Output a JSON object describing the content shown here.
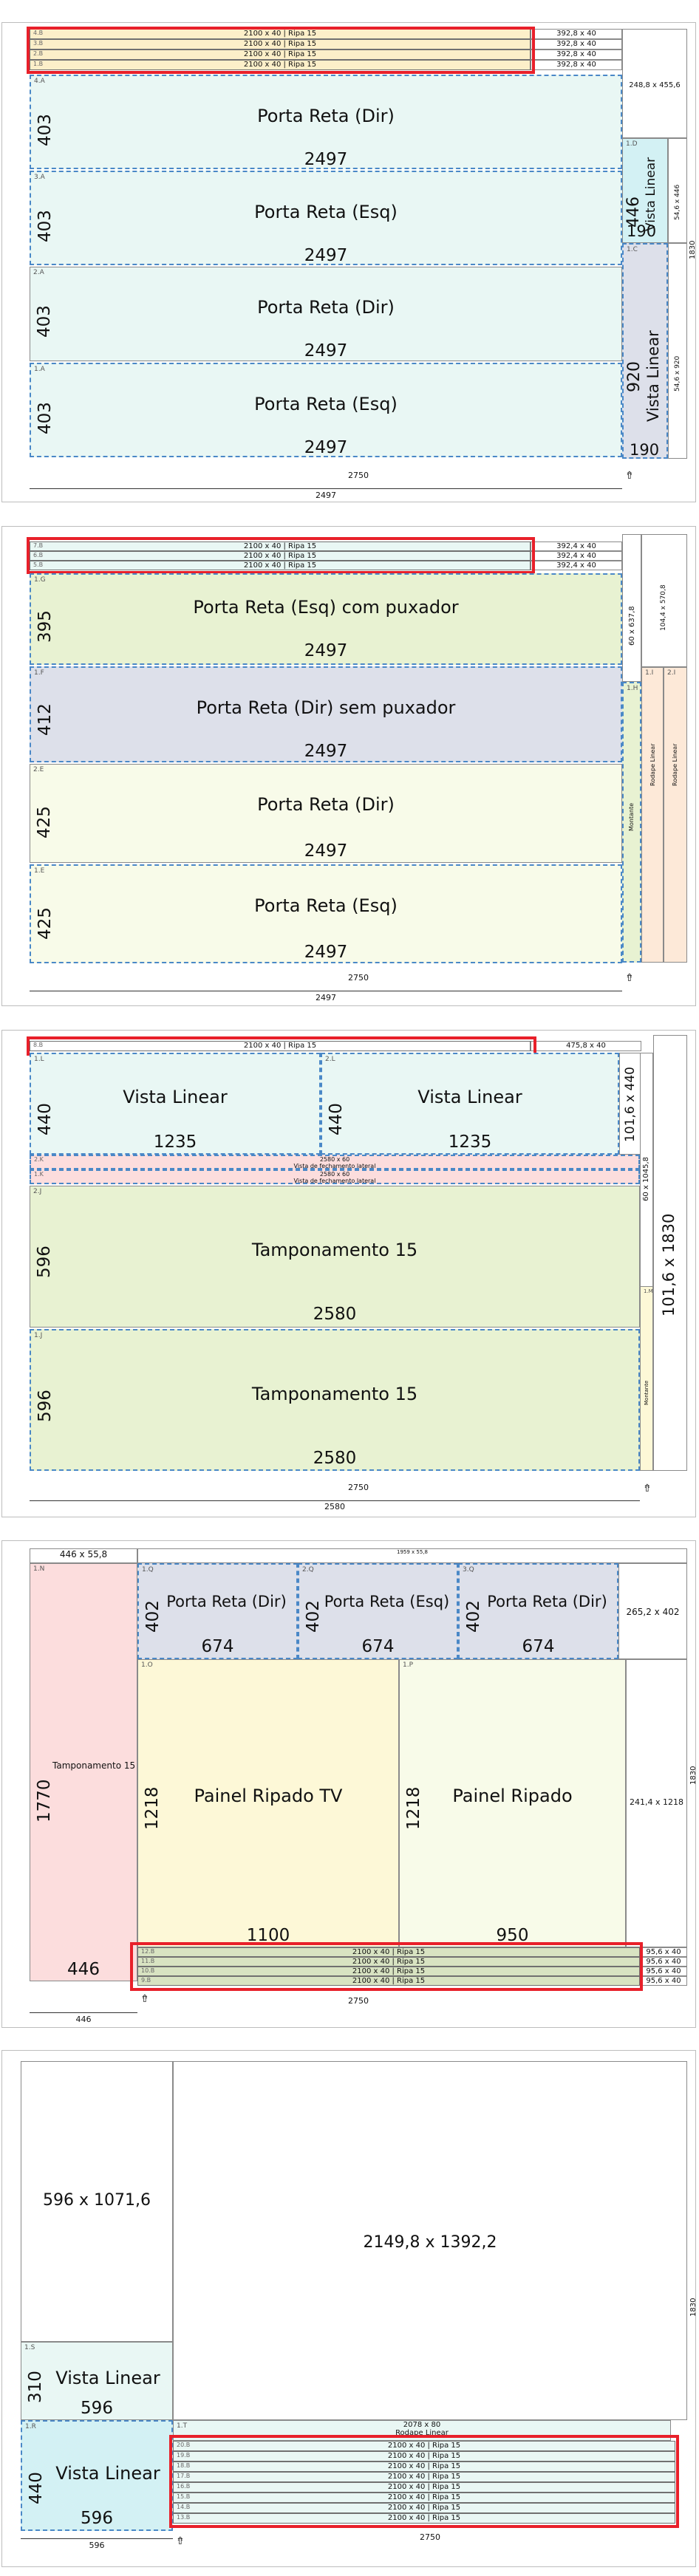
{
  "colors": {
    "cream": "#fcefc9",
    "mint": "#e9f7f4",
    "lime": "#e8f2d2",
    "lavender": "#dde0ea",
    "ivory": "#f8fbe9",
    "pink": "#fcdddd",
    "yellow": "#fdf8d7",
    "cyan": "#d3f1f4",
    "peach": "#fde9d8",
    "sage": "#d8e3c2",
    "accent_red": "#e8202a",
    "edge_blue": "#4a88c7"
  },
  "icons": {
    "chevron": "double-chevron-up-icon"
  },
  "sheet1": {
    "strips": [
      {
        "id": "4.B",
        "label": "2100 x 40 | Ripa 15",
        "size": "392,8 x 40"
      },
      {
        "id": "3.B",
        "label": "2100 x 40 | Ripa 15",
        "size": "392,8 x 40"
      },
      {
        "id": "2.B",
        "label": "2100 x 40 | Ripa 15",
        "size": "392,8 x 40"
      },
      {
        "id": "1.B",
        "label": "2100 x 40 | Ripa 15",
        "size": "392,8 x 40"
      }
    ],
    "pieces": [
      {
        "id": "4.A",
        "name": "Porta Reta (Dir)",
        "w": "2497",
        "h": "403"
      },
      {
        "id": "3.A",
        "name": "Porta Reta (Esq)",
        "w": "2497",
        "h": "403"
      },
      {
        "id": "2.A",
        "name": "Porta Reta (Dir)",
        "w": "2497",
        "h": "403"
      },
      {
        "id": "1.A",
        "name": "Porta Reta (Esq)",
        "w": "2497",
        "h": "403"
      }
    ],
    "offcut_top": "248,8 x 455,6",
    "side1": {
      "id": "1.D",
      "h": "446",
      "name": "Vista Linear",
      "w": "190",
      "size": "54,6 x 446"
    },
    "side2": {
      "id": "1.C",
      "h": "920",
      "name": "Vista Linear",
      "w": "190",
      "size": "54,6 x 920"
    },
    "sheet_height": "1830",
    "sheet_width": "2750",
    "used_width": "2497"
  },
  "sheet2": {
    "strips": [
      {
        "id": "7.B",
        "label": "2100 x 40 | Ripa 15",
        "size": "392,4 x 40"
      },
      {
        "id": "6.B",
        "label": "2100 x 40 | Ripa 15",
        "size": "392,4 x 40"
      },
      {
        "id": "5.B",
        "label": "2100 x 40 | Ripa 15",
        "size": "392,4 x 40"
      }
    ],
    "pieces": [
      {
        "id": "1.G",
        "name": "Porta Reta (Esq) com puxador",
        "w": "2497",
        "h": "395"
      },
      {
        "id": "1.F",
        "name": "Porta Reta (Dir) sem puxador",
        "w": "2497",
        "h": "412"
      },
      {
        "id": "2.E",
        "name": "Porta Reta (Dir)",
        "w": "2497",
        "h": "425"
      },
      {
        "id": "1.E",
        "name": "Porta Reta (Esq)",
        "w": "2497",
        "h": "425"
      }
    ],
    "offcut_a": "60 x 637,8",
    "offcut_b": "104,4 x 570,8",
    "narrow1": {
      "id": "1.H",
      "label": "Montante"
    },
    "narrow2": {
      "id": "1.I",
      "label": "Rodape Linear"
    },
    "narrow3": {
      "id": "2.I",
      "label": "Rodape Linear"
    },
    "sheet_width": "2750",
    "used_width": "2497"
  },
  "sheet3": {
    "strips": [
      {
        "id": "8.B",
        "label": "2100 x 40 | Ripa 15",
        "size": "475,8 x 40"
      }
    ],
    "vista1": {
      "id": "1.L",
      "name": "Vista Linear",
      "w": "1235",
      "h": "440"
    },
    "vista2": {
      "id": "2.L",
      "name": "Vista Linear",
      "w": "1235",
      "h": "440"
    },
    "thin_strips": [
      {
        "id": "2.K",
        "label": "2580 x 60",
        "sub": "Vista de fechamento lateral"
      },
      {
        "id": "1.K",
        "label": "2580 x 60",
        "sub": "Vista de fechamento lateral"
      }
    ],
    "tamp1": {
      "id": "2.J",
      "name": "Tamponamento 15",
      "w": "2580",
      "h": "596"
    },
    "tamp2": {
      "id": "1.J",
      "name": "Tamponamento 15",
      "w": "2580",
      "h": "596"
    },
    "offcut_a": "101,6 x 440",
    "offcut_b": "60 x 1045,8",
    "offcut_c": "101,6 x 1830",
    "narrow": {
      "id": "1.M",
      "label": "Montante"
    },
    "sheet_width": "2750",
    "used_width": "2580"
  },
  "sheet4": {
    "offcut_topleft": "446 x 55,8",
    "offcut_topbar": "1959 x 55,8",
    "tall": {
      "id": "1.N",
      "name": "Tamponamento 15",
      "w": "446",
      "h": "1770"
    },
    "doors": [
      {
        "id": "1.Q",
        "name": "Porta Reta (Dir)",
        "w": "674",
        "h": "402"
      },
      {
        "id": "2.Q",
        "name": "Porta Reta (Esq)",
        "w": "674",
        "h": "402"
      },
      {
        "id": "3.Q",
        "name": "Porta Reta (Dir)",
        "w": "674",
        "h": "402"
      }
    ],
    "offcut_right_top": "265,2 x 402",
    "panel1": {
      "id": "1.O",
      "name": "Painel Ripado TV",
      "w": "1100",
      "h": "1218"
    },
    "panel2": {
      "id": "1.P",
      "name": "Painel Ripado",
      "w": "950",
      "h": "1218"
    },
    "offcut_right_mid": "241,4 x 1218",
    "strips": [
      {
        "id": "12.B",
        "label": "2100 x 40 | Ripa 15",
        "size": "95,6 x 40"
      },
      {
        "id": "11.B",
        "label": "2100 x 40 | Ripa 15",
        "size": "95,6 x 40"
      },
      {
        "id": "10.B",
        "label": "2100 x 40 | Ripa 15",
        "size": "95,6 x 40"
      },
      {
        "id": "9.B",
        "label": "2100 x 40 | Ripa 15",
        "size": "95,6 x 40"
      }
    ],
    "sheet_height": "1830",
    "sheet_width": "2750",
    "used_width": "446"
  },
  "sheet5": {
    "offcut_big_left": "596 x 1071,6",
    "offcut_big_right": "2149,8 x 1392,2",
    "vista1": {
      "id": "1.S",
      "name": "Vista Linear",
      "w": "596",
      "h": "310"
    },
    "vista2": {
      "id": "1.R",
      "name": "Vista Linear",
      "w": "596",
      "h": "440"
    },
    "rodape": {
      "id": "1.T",
      "label": "2078 x 80",
      "sub": "Rodape Linear"
    },
    "strips": [
      {
        "id": "20.B",
        "label": "2100 x 40 | Ripa 15"
      },
      {
        "id": "19.B",
        "label": "2100 x 40 | Ripa 15"
      },
      {
        "id": "18.B",
        "label": "2100 x 40 | Ripa 15"
      },
      {
        "id": "17.B",
        "label": "2100 x 40 | Ripa 15"
      },
      {
        "id": "16.B",
        "label": "2100 x 40 | Ripa 15"
      },
      {
        "id": "15.B",
        "label": "2100 x 40 | Ripa 15"
      },
      {
        "id": "14.B",
        "label": "2100 x 40 | Ripa 15"
      },
      {
        "id": "13.B",
        "label": "2100 x 40 | Ripa 15"
      }
    ],
    "sheet_height": "1830",
    "sheet_width": "2750",
    "used_width": "596"
  }
}
